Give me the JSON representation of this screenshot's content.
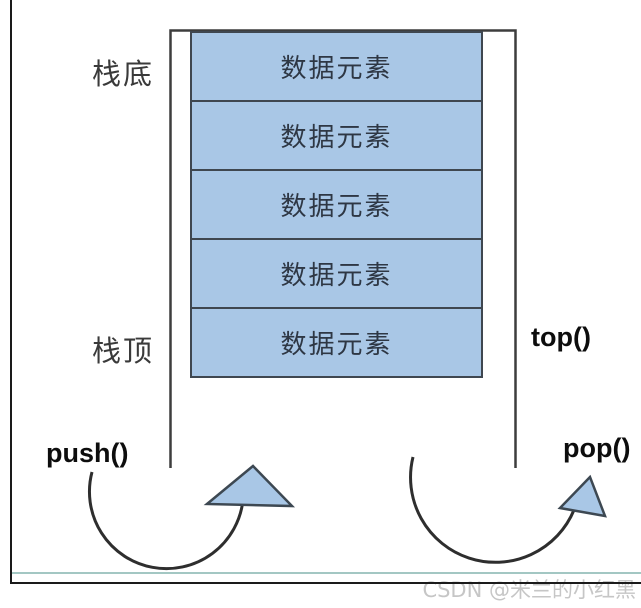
{
  "diagram": {
    "title_semantic": "stack-structure-diagram",
    "stack_bottom_label": "栈底",
    "stack_top_label": "栈顶",
    "top_fn_label": "top()",
    "push_fn_label": "push()",
    "pop_fn_label": "pop()",
    "stack_items": [
      {
        "label": "数据元素"
      },
      {
        "label": "数据元素"
      },
      {
        "label": "数据元素"
      },
      {
        "label": "数据元素"
      },
      {
        "label": "数据元素"
      }
    ],
    "colors": {
      "box_fill": "#a9c7e6",
      "box_border": "#3f4750",
      "wall_stroke": "#3d3d3d",
      "arc_stroke": "#2e2e2e",
      "arrow_fill": "#a9c7e6",
      "arrow_stroke": "#3d4852",
      "teal_divider": "#a3c7c3",
      "frame": "#1a1a1a",
      "watermark_gray": "#c6c6c6"
    }
  },
  "watermark": {
    "text": "CSDN @米兰的小红黑"
  }
}
